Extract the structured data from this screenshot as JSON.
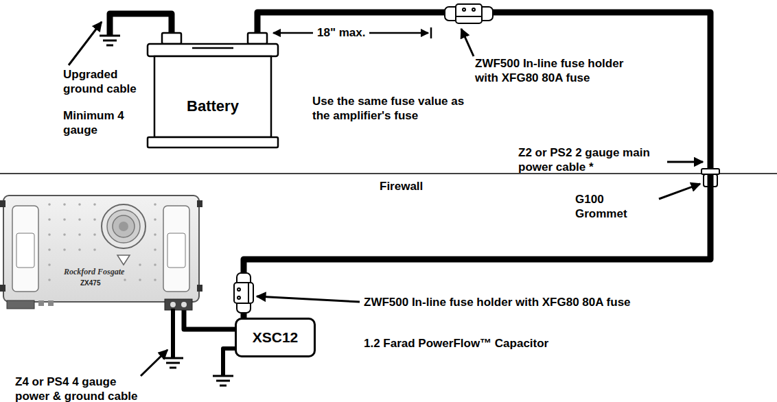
{
  "diagram": {
    "nodes": [
      {
        "text": [
          "Battery"
        ]
      },
      {
        "text": [
          "Rockford Fosgate",
          "ZX475"
        ]
      },
      {
        "text": [
          "XSC12"
        ]
      }
    ],
    "edges": [
      {
        "from": 0,
        "to": 2,
        "arrow": "none"
      },
      {
        "from": 2,
        "to": 1,
        "arrow": "none"
      }
    ],
    "labels": [
      "Upgraded ground cable",
      "Minimum 4 gauge",
      "18\" max.",
      "Use the same fuse value as the amplifier's fuse",
      "ZWF500 In-line fuse holder with XFG80 80A fuse",
      "Z2 or PS2 2 gauge main power cable *",
      "Firewall",
      "G100 Grommet",
      "ZWF500 In-line fuse holder with XFG80 80A fuse",
      "1.2 Farad PowerFlow™ Capacitor",
      "Z4 or PS4 4 gauge power & ground cable"
    ]
  }
}
